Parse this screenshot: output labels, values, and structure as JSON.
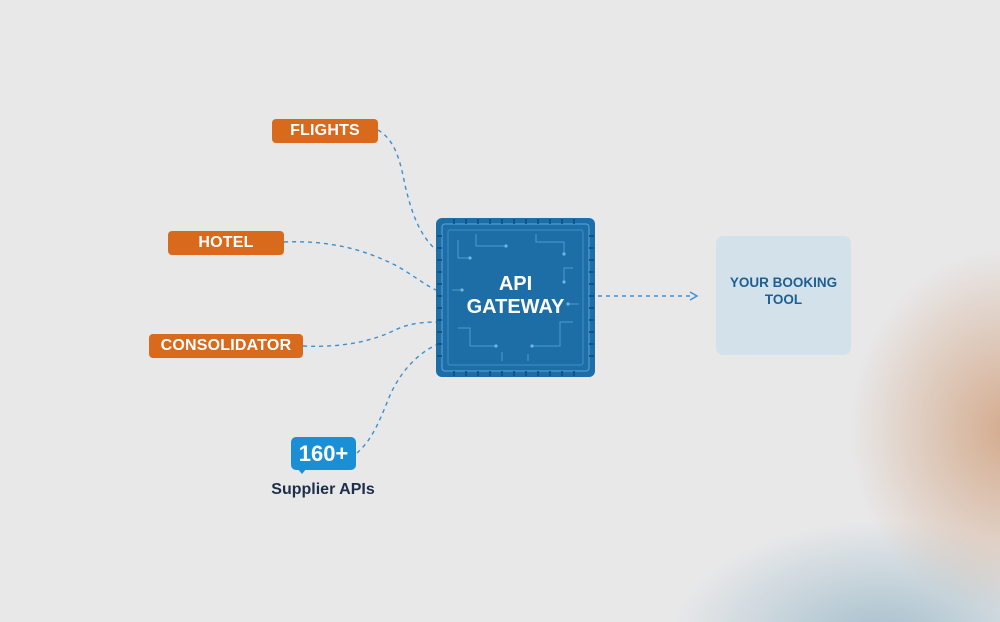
{
  "diagram": {
    "sources": [
      {
        "label": "FLIGHTS"
      },
      {
        "label": "HOTEL"
      },
      {
        "label": "CONSOLIDATOR"
      }
    ],
    "supplier_badge": {
      "count": "160+",
      "caption": "Supplier APIs"
    },
    "gateway": {
      "line1": "API",
      "line2": "GATEWAY"
    },
    "target": {
      "line1": "YOUR BOOKING",
      "line2": "TOOL"
    }
  },
  "colors": {
    "source_pill": "#d96a1c",
    "badge": "#1b8fd5",
    "gateway": "#1d6ea6",
    "connector": "#3b8fd0",
    "target_box": "#d3e2ea",
    "target_text": "#1d5f94"
  }
}
